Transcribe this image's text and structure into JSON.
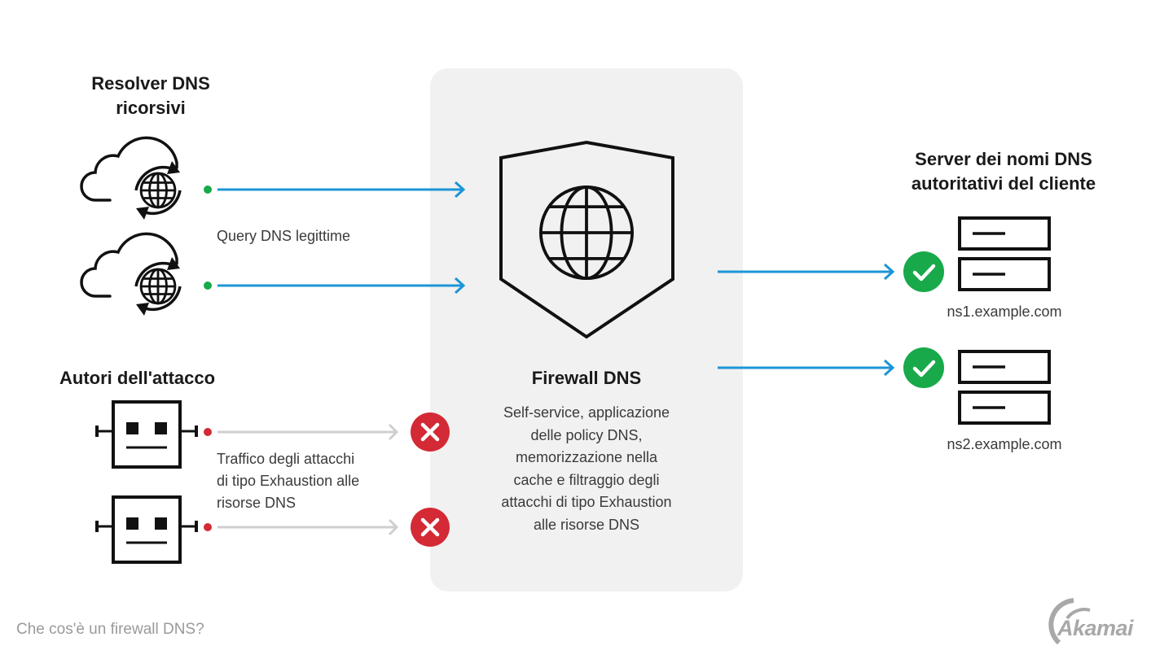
{
  "resolvers": {
    "title_line1": "Resolver DNS",
    "title_line2": "ricorsivi",
    "flow_label": "Query DNS legittime",
    "icon": "cloud-globe-refresh-icon",
    "count": 2
  },
  "attackers": {
    "title": "Autori dell'attacco",
    "flow_label_lines": [
      "Traffico degli attacchi",
      "di tipo Exhaustion alle",
      "risorse DNS"
    ],
    "icon": "robot-icon",
    "count": 2,
    "status_icon": "blocked-x-icon"
  },
  "firewall": {
    "title": "Firewall DNS",
    "icon": "shield-globe-icon",
    "description_lines": [
      "Self-service, applicazione",
      "delle policy DNS,",
      "memorizzazione nella",
      "cache e filtraggio degli",
      "attacchi di tipo Exhaustion",
      "alle risorse DNS"
    ]
  },
  "servers": {
    "title_line1": "Server dei nomi DNS",
    "title_line2": "autoritativi del cliente",
    "icon": "server-icon",
    "status_icon": "check-circle-icon",
    "hosts": [
      "ns1.example.com",
      "ns2.example.com"
    ]
  },
  "caption": "Che cos'è un firewall DNS?",
  "brand": "Akamai",
  "colors": {
    "legit_flow": "#1b95d6",
    "legit_dot": "#17a94a",
    "attack_flow": "#cfcfcf",
    "attack_dot": "#d42a35",
    "blocked": "#d42a35",
    "allowed": "#17a94a",
    "panel": "#f1f1f1"
  }
}
